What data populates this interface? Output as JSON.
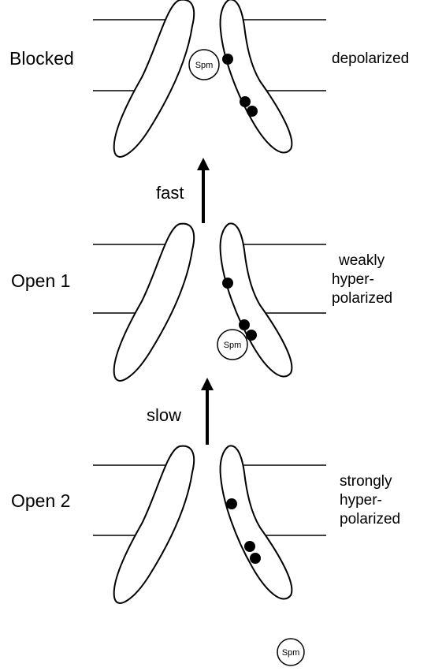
{
  "colors": {
    "stroke": "#000000",
    "background": "#ffffff"
  },
  "panels": [
    {
      "state_label": "Blocked",
      "potential_lines": [
        "depolarized"
      ],
      "spm_position": "in-pore"
    },
    {
      "state_label": "Open 1",
      "potential_lines": [
        "weakly",
        "hyper-",
        "polarized"
      ],
      "spm_position": "inner-vestibule"
    },
    {
      "state_label": "Open 2",
      "potential_lines": [
        "strongly",
        "hyper-",
        "polarized"
      ],
      "spm_position": "free"
    }
  ],
  "transitions": [
    {
      "label": "fast",
      "from": "Open 1",
      "to": "Blocked"
    },
    {
      "label": "slow",
      "from": "Open 2",
      "to": "Open 1"
    }
  ],
  "spm_label": "Spm"
}
